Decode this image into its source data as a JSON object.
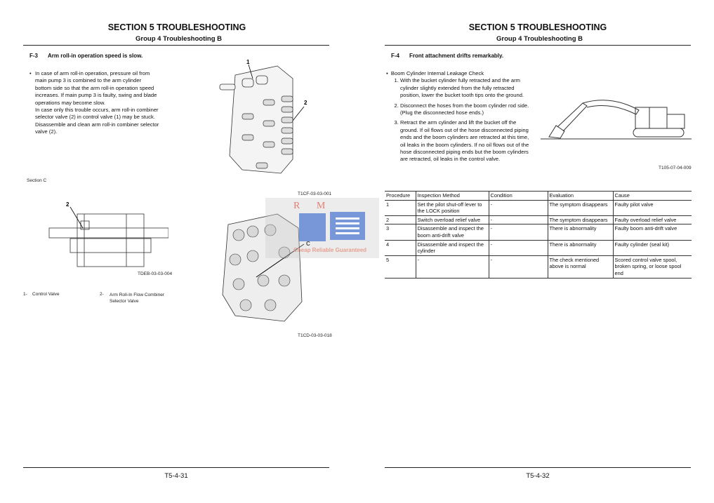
{
  "left_page": {
    "section_title": "SECTION 5 TROUBLESHOOTING",
    "group_title": "Group 4 Troubleshooting B",
    "heading_num": "F-3",
    "heading_text": "Arm roll-in operation speed is slow.",
    "bullet_lines": [
      "In case of arm roll-in operation, pressure oil from",
      "main pump 3 is combined to the arm cylinder",
      "bottom side so that the arm roll-in operation speed",
      "increases. If main pump 3 is faulty, swing and blade",
      "operations may become slow.",
      "In case only this trouble occurs, arm roll-in combiner",
      "selector valve (2) in control valve (1) may be stuck.",
      "Disassemble and clean arm roll-in combiner selector",
      "valve (2)."
    ],
    "section_label": "Section C",
    "fig1_callouts": [
      "1",
      "2"
    ],
    "fig1_code": "T1CF-03-03-001",
    "fig2_callout": "2",
    "fig2_code": "TDEB-03-03-004",
    "fig3_callout": "C",
    "fig3_code": "T1CD-03-03-018",
    "legend": [
      {
        "num": "1-",
        "text": "Control Valve"
      },
      {
        "num": "2-",
        "text": "Arm Roll-In Flow Combiner Selector Valve"
      }
    ],
    "page_number": "T5-4-31"
  },
  "right_page": {
    "section_title": "SECTION 5 TROUBLESHOOTING",
    "group_title": "Group 4 Troubleshooting B",
    "heading_num": "F-4",
    "heading_text": "Front attachment drifts remarkably.",
    "bullet": "Boom Cylinder Internal Leakage Check",
    "steps": [
      "With the bucket cylinder fully retracted and the arm cylinder slightly extended from the fully retracted position, lower the bucket tooth tips onto the ground.",
      "Disconnect the hoses from the boom cylinder rod side. (Plug the disconnected hose ends.)",
      "Retract the arm cylinder and lift the bucket off the ground. If oil flows out of the hose disconnected piping ends and the boom cylinders are retracted at this time, oil leaks in the boom cylinders. If no oil flows out of the hose disconnected piping ends but the boom cylinders are retracted, oil leaks in the control valve."
    ],
    "fig_code": "T105-07-04-009",
    "table": {
      "headers": [
        "Procedure",
        "Inspection Method",
        "Condition",
        "Evaluation",
        "Cause"
      ],
      "rows": [
        [
          "1",
          "Set the pilot shut-off lever to the LOCK position",
          "-",
          "The symptom disappears",
          "Faulty pilot valve"
        ],
        [
          "2",
          "Switch overload relief valve",
          "-",
          "The symptom disappears",
          "Faulty overload relief valve"
        ],
        [
          "3",
          "Disassemble and inspect the boom anti-drift valve",
          "-",
          "There is abnormality",
          "Faulty boom anti-drift valve"
        ],
        [
          "4",
          "Disassemble and inspect the cylinder",
          "-",
          "There is abnormality",
          "Faulty cylinder (seal kit)"
        ],
        [
          "5",
          "-",
          "-",
          "The check mentioned above is normal",
          "Scored control valve spool, broken spring, or loose spool end"
        ]
      ]
    },
    "page_number": "T5-4-32"
  },
  "watermark": {
    "top": "R M",
    "bottom": "Cheap Reliable Guaranteed",
    "color": "#4a72c8",
    "accent": "#e07060"
  }
}
